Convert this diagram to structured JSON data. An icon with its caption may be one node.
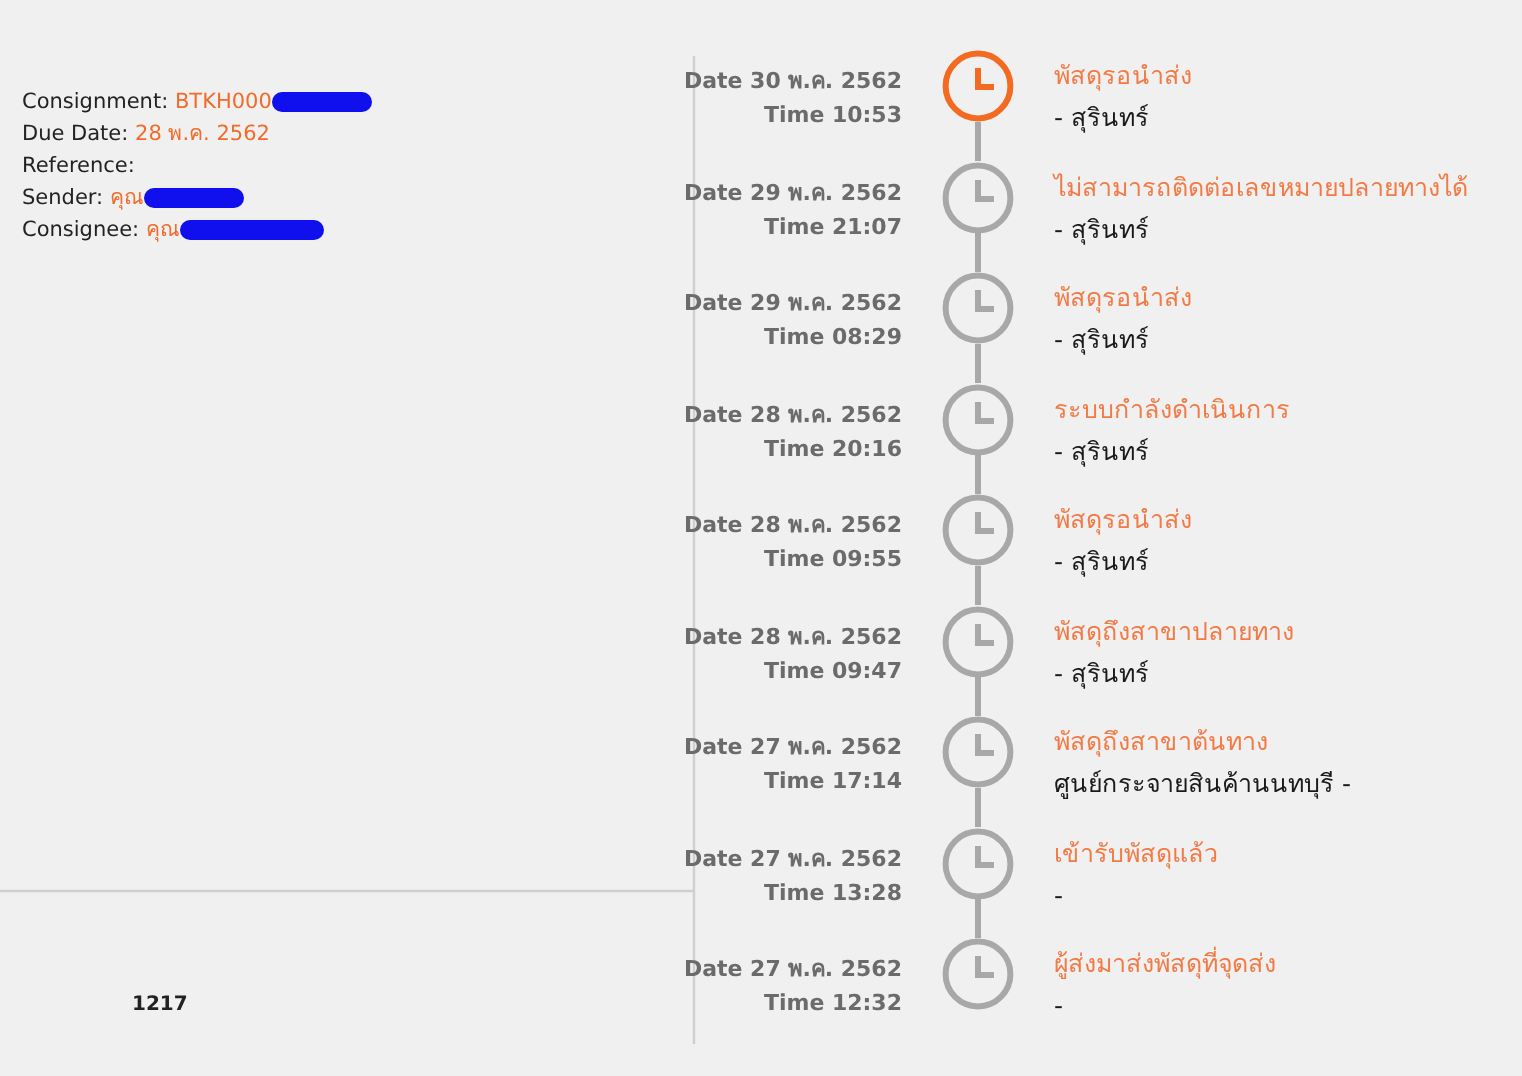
{
  "diagram": {
    "nodes": [
      {
        "text": [],
        "shape": "circle",
        "beside": [
          "Date 30 พ.ค. 2562",
          "Time 10:53",
          "พัสดุรอนำส่ง",
          "- สุรินทร์"
        ]
      },
      {
        "text": [],
        "shape": "circle",
        "beside": [
          "Date 29 พ.ค. 2562",
          "Time 21:07",
          "ไม่สามารถติดต่อเลขหมายปลายทางได้",
          "- สุรินทร์"
        ]
      },
      {
        "text": [],
        "shape": "circle",
        "beside": [
          "Date 29 พ.ค. 2562",
          "Time 08:29",
          "พัสดุรอนำส่ง",
          "- สุรินทร์"
        ]
      },
      {
        "text": [],
        "shape": "circle",
        "beside": [
          "Date 28 พ.ค. 2562",
          "Time 20:16",
          "ระบบกำลังดำเนินการ",
          "- สุรินทร์"
        ]
      },
      {
        "text": [],
        "shape": "circle",
        "beside": [
          "Date 28 พ.ค. 2562",
          "Time 09:55",
          "พัสดุรอนำส่ง",
          "- สุรินทร์"
        ]
      },
      {
        "text": [],
        "shape": "circle",
        "beside": [
          "Date 28 พ.ค. 2562",
          "Time 09:47",
          "พัสดุถึงสาขาปลายทาง",
          "- สุรินทร์"
        ]
      },
      {
        "text": [],
        "shape": "circle",
        "beside": [
          "Date 27 พ.ค. 2562",
          "Time 17:14",
          "พัสดุถึงสาขาต้นทาง",
          "ศูนย์กระจายสินค้านนทบุรี -"
        ]
      },
      {
        "text": [],
        "shape": "circle",
        "beside": [
          "Date 27 พ.ค. 2562",
          "Time 13:28",
          "เข้ารับพัสดุแล้ว",
          "-"
        ]
      },
      {
        "text": [],
        "shape": "circle",
        "beside": [
          "Date 27 พ.ค. 2562",
          "Time 12:32",
          "ผู้ส่งมาส่งพัสดุที่จุดส่ง",
          "-"
        ]
      }
    ],
    "edges": [
      {
        "from": 0,
        "to": 1,
        "arrow": "none"
      },
      {
        "from": 1,
        "to": 2,
        "arrow": "none"
      },
      {
        "from": 2,
        "to": 3,
        "arrow": "none"
      },
      {
        "from": 3,
        "to": 4,
        "arrow": "none"
      },
      {
        "from": 4,
        "to": 5,
        "arrow": "none"
      },
      {
        "from": 5,
        "to": 6,
        "arrow": "none"
      },
      {
        "from": 6,
        "to": 7,
        "arrow": "none"
      },
      {
        "from": 7,
        "to": 8,
        "arrow": "none"
      }
    ],
    "labels": [
      "Consignment:",
      "BTKH000",
      "Due Date:",
      "28 พ.ค. 2562",
      "Reference:",
      "Sender:",
      "คุณ",
      "Consignee:",
      "คุณ",
      "1217"
    ]
  }
}
